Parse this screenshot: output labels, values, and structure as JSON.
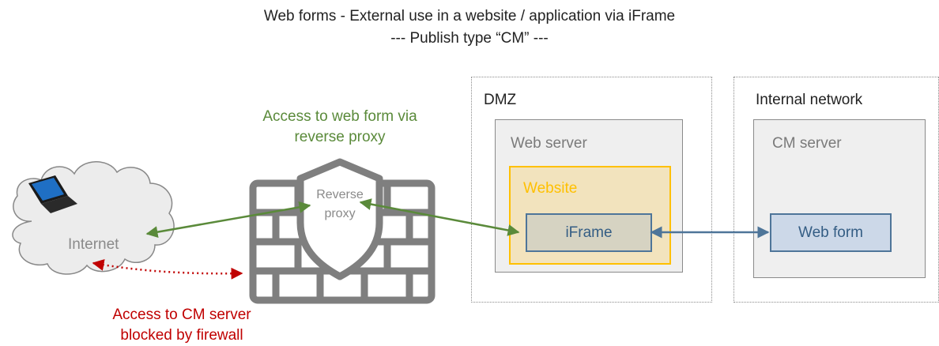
{
  "title": {
    "line1": "Web forms - External use in a website / application via iFrame",
    "line2": "--- Publish type “CM” ---"
  },
  "zones": {
    "dmz": "DMZ",
    "internal": "Internal network"
  },
  "nodes": {
    "internet": "Internet",
    "reverse_proxy_line1": "Reverse",
    "reverse_proxy_line2": "proxy",
    "web_server": "Web server",
    "website": "Website",
    "iframe": "iFrame",
    "cm_server": "CM server",
    "web_form": "Web form"
  },
  "annotations": {
    "access_line1": "Access to web form via",
    "access_line2": "reverse proxy",
    "blocked_line1": "Access to CM server",
    "blocked_line2": "blocked by firewall"
  },
  "colors": {
    "green": "#5a8a3a",
    "red": "#c00000",
    "blue": "#4e7599",
    "website_border": "#ffc000"
  }
}
